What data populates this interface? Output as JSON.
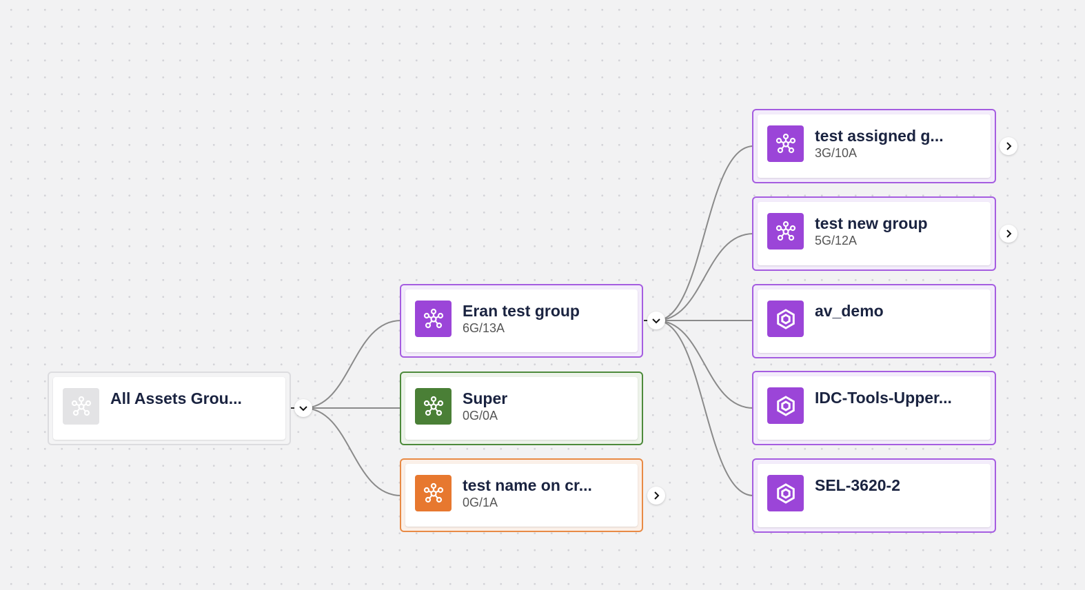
{
  "colors": {
    "purple": "#9b45d8",
    "green": "#4a7f36",
    "orange": "#e7782f",
    "grey": "#e3e3e5",
    "edge": "#8a8a8a"
  },
  "root": {
    "title": "All Assets Grou...",
    "subtitle": "",
    "icon": "asset-group-icon",
    "style": "grey"
  },
  "level1": [
    {
      "title": "Eran test group",
      "subtitle": "6G/13A",
      "icon": "asset-group-icon",
      "style": "purple",
      "expanded": true
    },
    {
      "title": "Super",
      "subtitle": "0G/0A",
      "icon": "asset-group-icon",
      "style": "green"
    },
    {
      "title": "test name on cr...",
      "subtitle": "0G/1A",
      "icon": "asset-group-icon",
      "style": "orange",
      "collapsed": true
    }
  ],
  "level2": [
    {
      "title": "test assigned g...",
      "subtitle": "3G/10A",
      "icon": "asset-group-icon",
      "style": "purple",
      "collapsed": true
    },
    {
      "title": "test new group",
      "subtitle": "5G/12A",
      "icon": "asset-group-icon",
      "style": "purple",
      "collapsed": true
    },
    {
      "title": "av_demo",
      "subtitle": "",
      "icon": "asset-hexagon-icon",
      "style": "purple"
    },
    {
      "title": "IDC-Tools-Upper...",
      "subtitle": "",
      "icon": "asset-hexagon-icon",
      "style": "purple"
    },
    {
      "title": "SEL-3620-2",
      "subtitle": "",
      "icon": "asset-hexagon-icon",
      "style": "purple"
    }
  ]
}
